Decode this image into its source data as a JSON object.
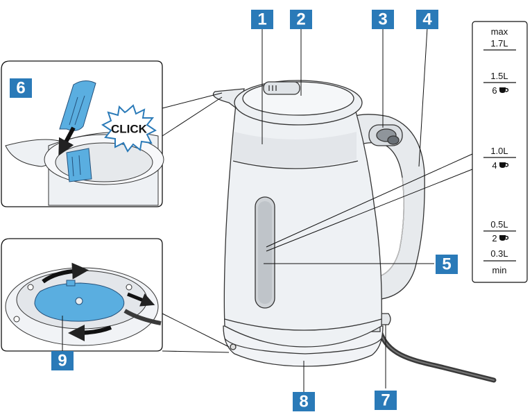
{
  "callouts": [
    {
      "id": "1",
      "text": "1"
    },
    {
      "id": "2",
      "text": "2"
    },
    {
      "id": "3",
      "text": "3"
    },
    {
      "id": "4",
      "text": "4"
    },
    {
      "id": "5",
      "text": "5"
    },
    {
      "id": "6",
      "text": "6"
    },
    {
      "id": "7",
      "text": "7"
    },
    {
      "id": "8",
      "text": "8"
    },
    {
      "id": "9",
      "text": "9"
    }
  ],
  "click_text": "CLICK",
  "scale": {
    "max_label": "max",
    "max_volume": "1.7L",
    "v15": "1.5L",
    "v15_cups": "6",
    "v10": "1.0L",
    "v10_cups": "4",
    "v05": "0.5L",
    "v05_cups": "2",
    "v03": "0.3L",
    "min_label": "min",
    "cup_icon": "cup-icon"
  },
  "colors": {
    "callout_blue": "#2A7AB8",
    "filter_blue": "#5AAEE0",
    "kettle_fill": "#EEF1F4",
    "outline": "#333333"
  }
}
